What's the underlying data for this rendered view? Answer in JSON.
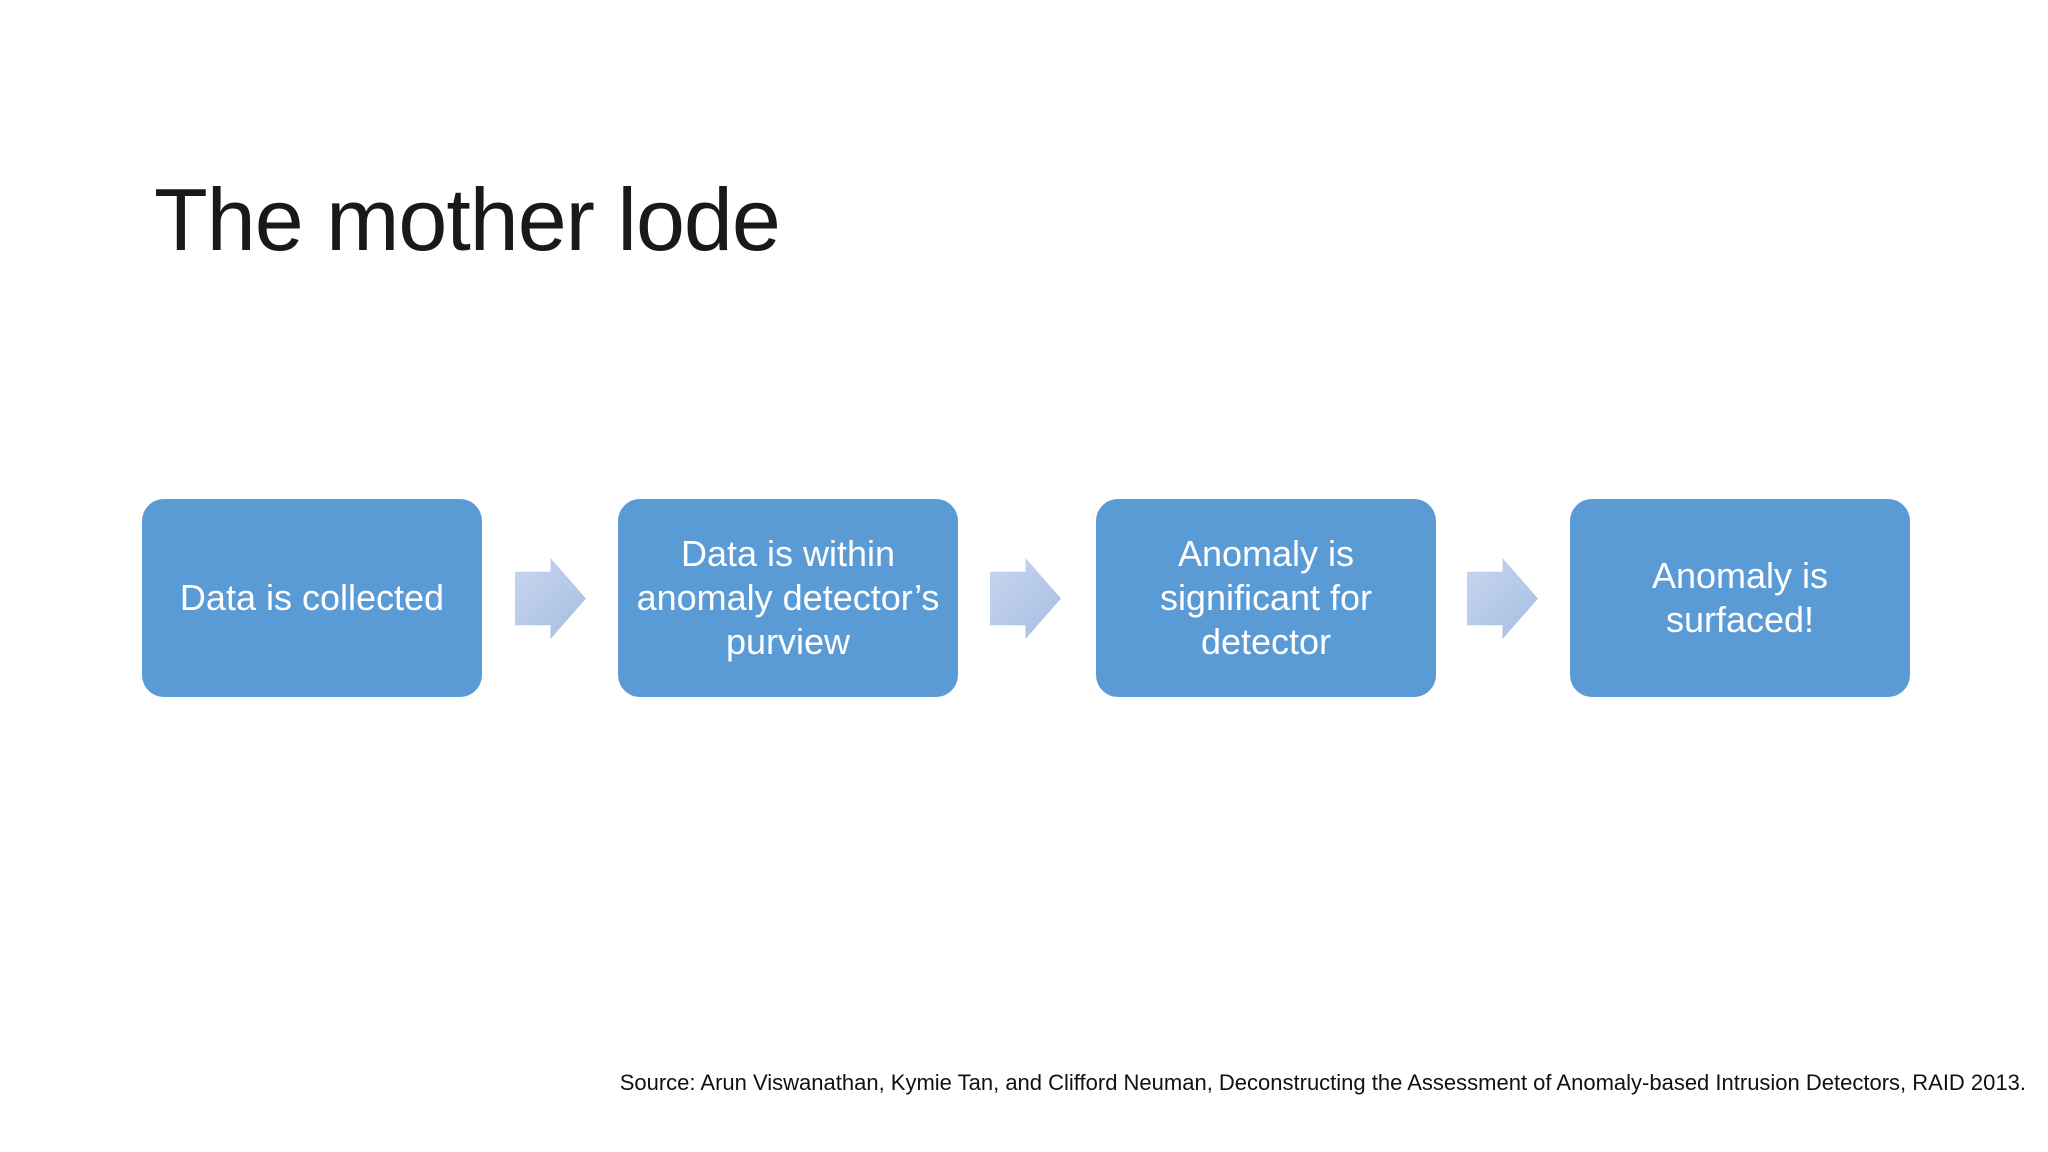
{
  "slide": {
    "title": "The mother lode",
    "source": "Source: Arun Viswanathan, Kymie Tan, and Clifford Neuman, Deconstructing the Assessment of Anomaly-based Intrusion Detectors, RAID 2013."
  },
  "flow": {
    "steps": [
      {
        "label": "Data is collected"
      },
      {
        "label": "Data is within anomaly detector’s purview"
      },
      {
        "label": "Anomaly is significant for detector"
      },
      {
        "label": "Anomaly is surfaced!"
      }
    ]
  },
  "colors": {
    "box_fill": "#5b9bd5",
    "box_text": "#ffffff",
    "arrow_fill": "#b5c9e8",
    "title_text": "#191919",
    "source_text": "#111111",
    "background": "#ffffff"
  }
}
